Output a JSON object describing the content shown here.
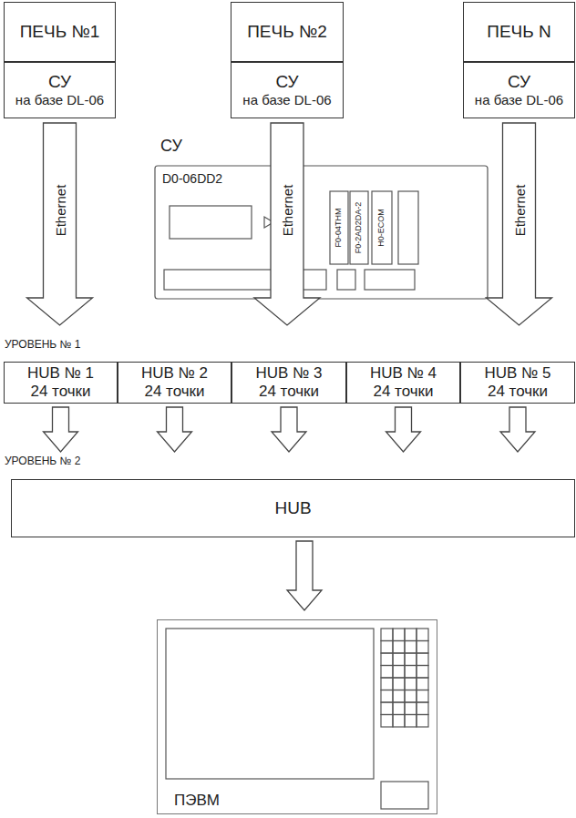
{
  "diagram": {
    "nodes": [
      {
        "text": [
          "ПЕЧЬ №1"
        ]
      },
      {
        "text": [
          "СУ",
          "на базе DL-06"
        ]
      },
      {
        "text": [
          "ПЕЧЬ №2"
        ]
      },
      {
        "text": [
          "СУ",
          "на базе DL-06"
        ]
      },
      {
        "text": [
          "ПЕЧЬ N"
        ]
      },
      {
        "text": [
          "СУ",
          "на базе DL-06"
        ]
      },
      {
        "text": [
          "HUB № 1",
          "24 точки"
        ]
      },
      {
        "text": [
          "HUB № 2",
          "24 точки"
        ]
      },
      {
        "text": [
          "HUB № 3",
          "24 точки"
        ]
      },
      {
        "text": [
          "HUB № 4",
          "24 точки"
        ]
      },
      {
        "text": [
          "HUB № 5",
          "24 точки"
        ]
      },
      {
        "text": [
          "HUB"
        ]
      },
      {
        "text": [
          "ПЭВМ"
        ]
      }
    ],
    "edges": [
      {
        "from": 1,
        "to": 6,
        "label": "Ethernet",
        "arrow": "to"
      },
      {
        "from": 3,
        "to": 8,
        "label": "Ethernet",
        "arrow": "to"
      },
      {
        "from": 5,
        "to": 10,
        "label": "Ethernet",
        "arrow": "to"
      },
      {
        "from": 6,
        "to": 11,
        "arrow": "to"
      },
      {
        "from": 7,
        "to": 11,
        "arrow": "to"
      },
      {
        "from": 8,
        "to": 11,
        "arrow": "to"
      },
      {
        "from": 9,
        "to": 11,
        "arrow": "to"
      },
      {
        "from": 10,
        "to": 11,
        "arrow": "to"
      },
      {
        "from": 11,
        "to": 12,
        "arrow": "to"
      }
    ],
    "labels": [
      "СУ",
      "D0-06DD2",
      "F0-04THM",
      "F0-2AD2DA-2",
      "H0-ECOM",
      "УРОВЕНЬ № 1",
      "УРОВЕНЬ № 2"
    ]
  }
}
